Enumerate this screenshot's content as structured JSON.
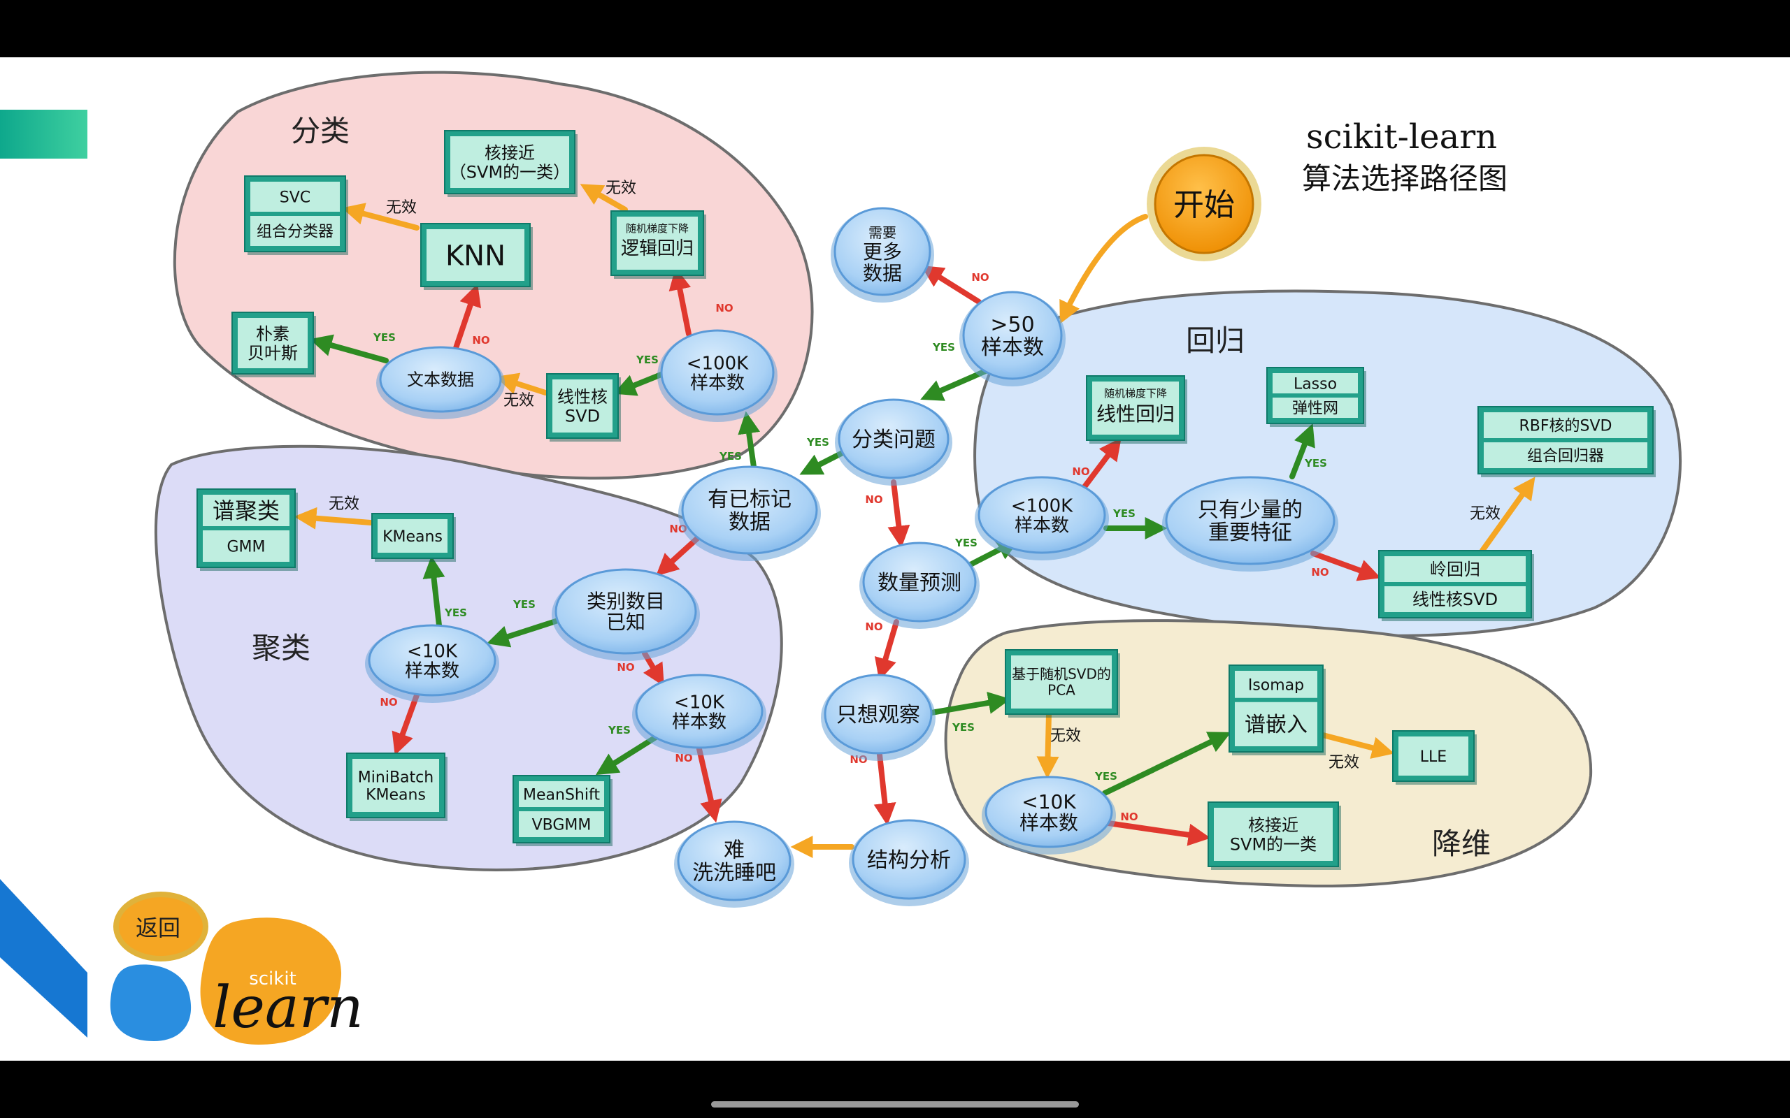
{
  "title": {
    "line1": "scikit-learn",
    "line2": "算法选择路径图"
  },
  "start": {
    "label": "开始"
  },
  "back_button": {
    "label": "返回"
  },
  "logo": {
    "small": "scikit",
    "big": "learn"
  },
  "edge_words": {
    "yes": "YES",
    "no": "NO",
    "fail": "无效"
  },
  "regions": {
    "classification": "分类",
    "clustering": "聚类",
    "regression": "回归",
    "dim_reduction": "降维"
  },
  "decisions": {
    "gt50": [
      ">50",
      "样本数"
    ],
    "need_more": [
      "需要",
      "更多",
      "数据"
    ],
    "is_classification": [
      "分类问题"
    ],
    "labeled": [
      "有已标记",
      "数据"
    ],
    "predict_qty": [
      "数量预测"
    ],
    "observe": [
      "只想观察"
    ],
    "structure": [
      "结构分析"
    ],
    "hard": [
      "难",
      "洗洗睡吧"
    ],
    "cls_lt100k": [
      "<100K",
      "样本数"
    ],
    "text_data": [
      "文本数据"
    ],
    "cat_known": [
      "类别数目",
      "已知"
    ],
    "clu_lt10k_a": [
      "<10K",
      "样本数"
    ],
    "clu_lt10k_b": [
      "<10K",
      "样本数"
    ],
    "reg_lt100k": [
      "<100K",
      "样本数"
    ],
    "few_features": [
      "只有少量的",
      "重要特征"
    ],
    "dim_lt10k": [
      "<10K",
      "样本数"
    ]
  },
  "estimators": {
    "linear_svc": [
      "线性核",
      "SVD"
    ],
    "knn": [
      "KNN"
    ],
    "naive_bayes": [
      "朴素",
      "贝叶斯"
    ],
    "svc_group": [
      "SVC",
      "组合分类器"
    ],
    "sgd_logistic": {
      "small": "随机梯度下降",
      "main": "逻辑回归"
    },
    "kernel_approx_cls": [
      "核接近",
      "（SVM的一类）"
    ],
    "spectral_gmm": [
      "谱聚类",
      "GMM"
    ],
    "kmeans": [
      "KMeans"
    ],
    "minibatch": [
      "MiniBatch",
      "KMeans"
    ],
    "meanshift": [
      "MeanShift",
      "VBGMM"
    ],
    "sgd_linear": {
      "small": "随机梯度下降",
      "main": "线性回归"
    },
    "lasso": [
      "Lasso",
      "弹性网"
    ],
    "rbf_svd": [
      "RBF核的SVD",
      "组合回归器"
    ],
    "ridge": [
      "岭回归",
      "线性核SVD"
    ],
    "random_pca": [
      "基于随机SVD的",
      "PCA"
    ],
    "isomap": [
      "Isomap",
      "谱嵌入"
    ],
    "lle": [
      "LLE"
    ],
    "kernel_approx_dim": [
      "核接近",
      "SVM的一类"
    ]
  },
  "colors": {
    "yes_arrow": "#2e8b22",
    "no_arrow": "#e0382e",
    "fail_arrow": "#f5a623",
    "decision_fill": "#a9d1f5",
    "estimator_fill": "#22a08a",
    "start_fill": "#f59a00",
    "region_classification": "#f9d6d6",
    "region_clustering": "#dcdcf7",
    "region_regression": "#d6e6fa",
    "region_dim_reduction": "#f5ecd1"
  }
}
